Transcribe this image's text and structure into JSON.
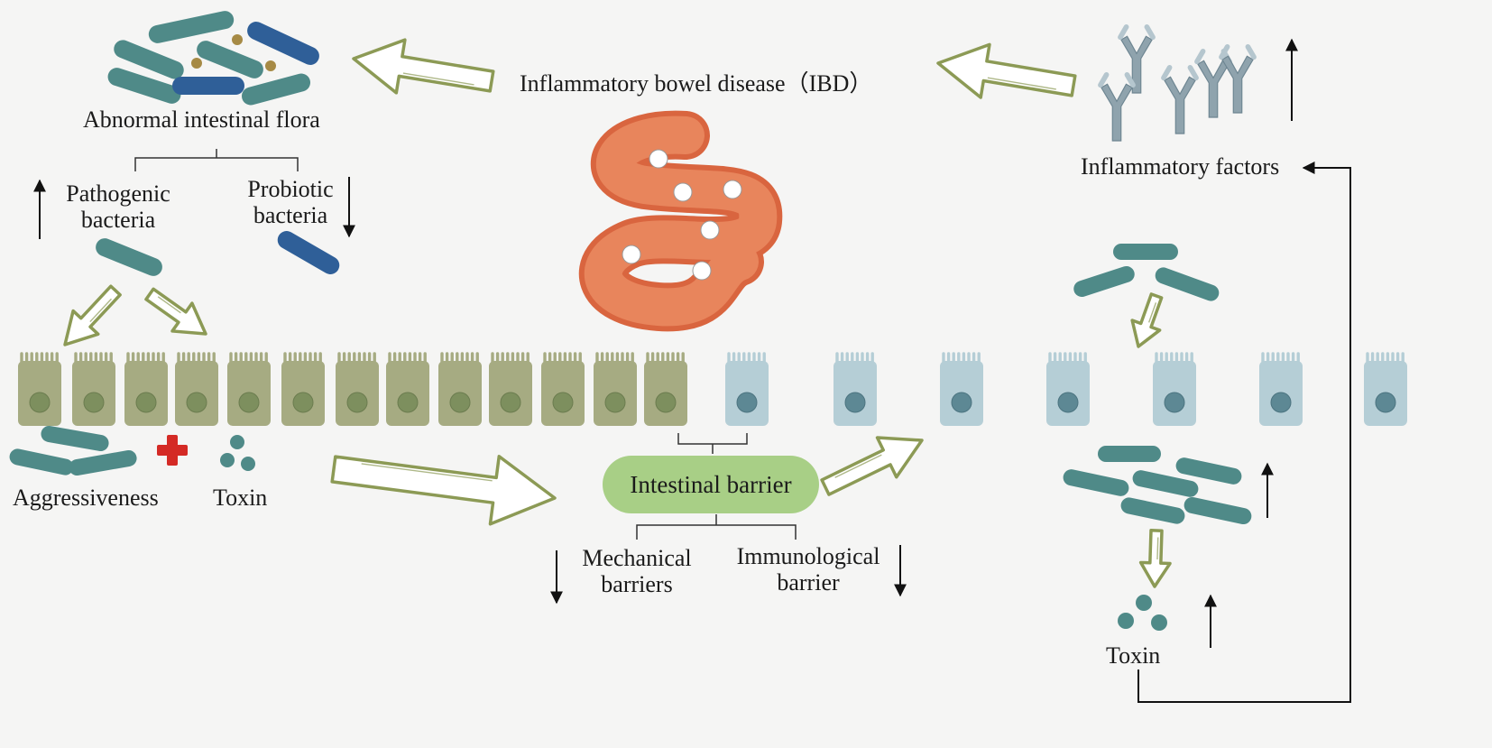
{
  "title": "Inflammatory bowel disease（IBD）",
  "flora": {
    "label": "Abnormal intestinal flora",
    "pathogenic": "Pathogenic\nbacteria",
    "probiotic": "Probiotic\nbacteria"
  },
  "left_effects": {
    "aggressiveness": "Aggressiveness",
    "toxin": "Toxin"
  },
  "barrier": {
    "label": "Intestinal  barrier",
    "mechanical": "Mechanical\nbarriers",
    "immunological": "Immunological\nbarrier"
  },
  "right": {
    "inflammatory_factors": "Inflammatory factors",
    "toxin": "Toxin"
  },
  "colors": {
    "healthy_cell": "#a6ab82",
    "healthy_nucleus": "#7d8f5e",
    "damaged_cell": "#b5ced6",
    "damaged_nucleus": "#5d8894",
    "teal_bacteria": "#4f8a88",
    "blue_bacteria": "#2f5f98",
    "brown_dots": "#a68a45",
    "red_cross": "#d42a25",
    "barrier_pill": "#a8cf86",
    "hollow_arrow": "#8c9a55",
    "antibody": "#8fa3ad",
    "intestine": "#e8855c"
  },
  "icons": [
    "hollow-arrow-icon",
    "antibody-icon",
    "intestine-icon",
    "red-cross-icon",
    "bacteria-icon",
    "epithelial-cell-icon"
  ]
}
